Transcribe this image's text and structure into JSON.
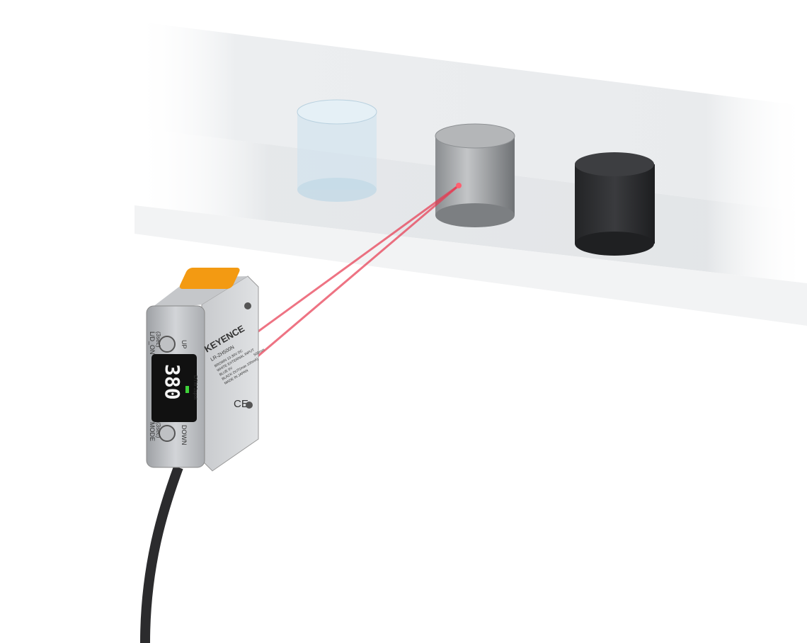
{
  "scene": {
    "description_colors": {
      "laser": "#e8384f",
      "indicator": "#f39a12",
      "display_led": "#3fd23a",
      "sensor_body": "#b9bcc0",
      "black_target": "#2a2b2d"
    }
  },
  "sensor": {
    "brand": "KEYENCE",
    "model": "LR-ZH500N",
    "display_value": "380",
    "button_up_label": "UP",
    "button_down_label": "DOWN",
    "left_top_label": "L/D_ON",
    "left_top_sub": "(3sec)",
    "left_bottom_label": "MODE",
    "left_bottom_sub": "(3sec)",
    "mode_labels": "DTM  1spot",
    "wiring": [
      "BROWN  10-30V DC",
      "WHITE  EXTERNAL INPUT",
      "BLUE  0V",
      "BLACK  OUT(max.100mA)"
    ],
    "made_in": "MADE IN JAPAN",
    "range": "500mm",
    "cert": "CE"
  }
}
